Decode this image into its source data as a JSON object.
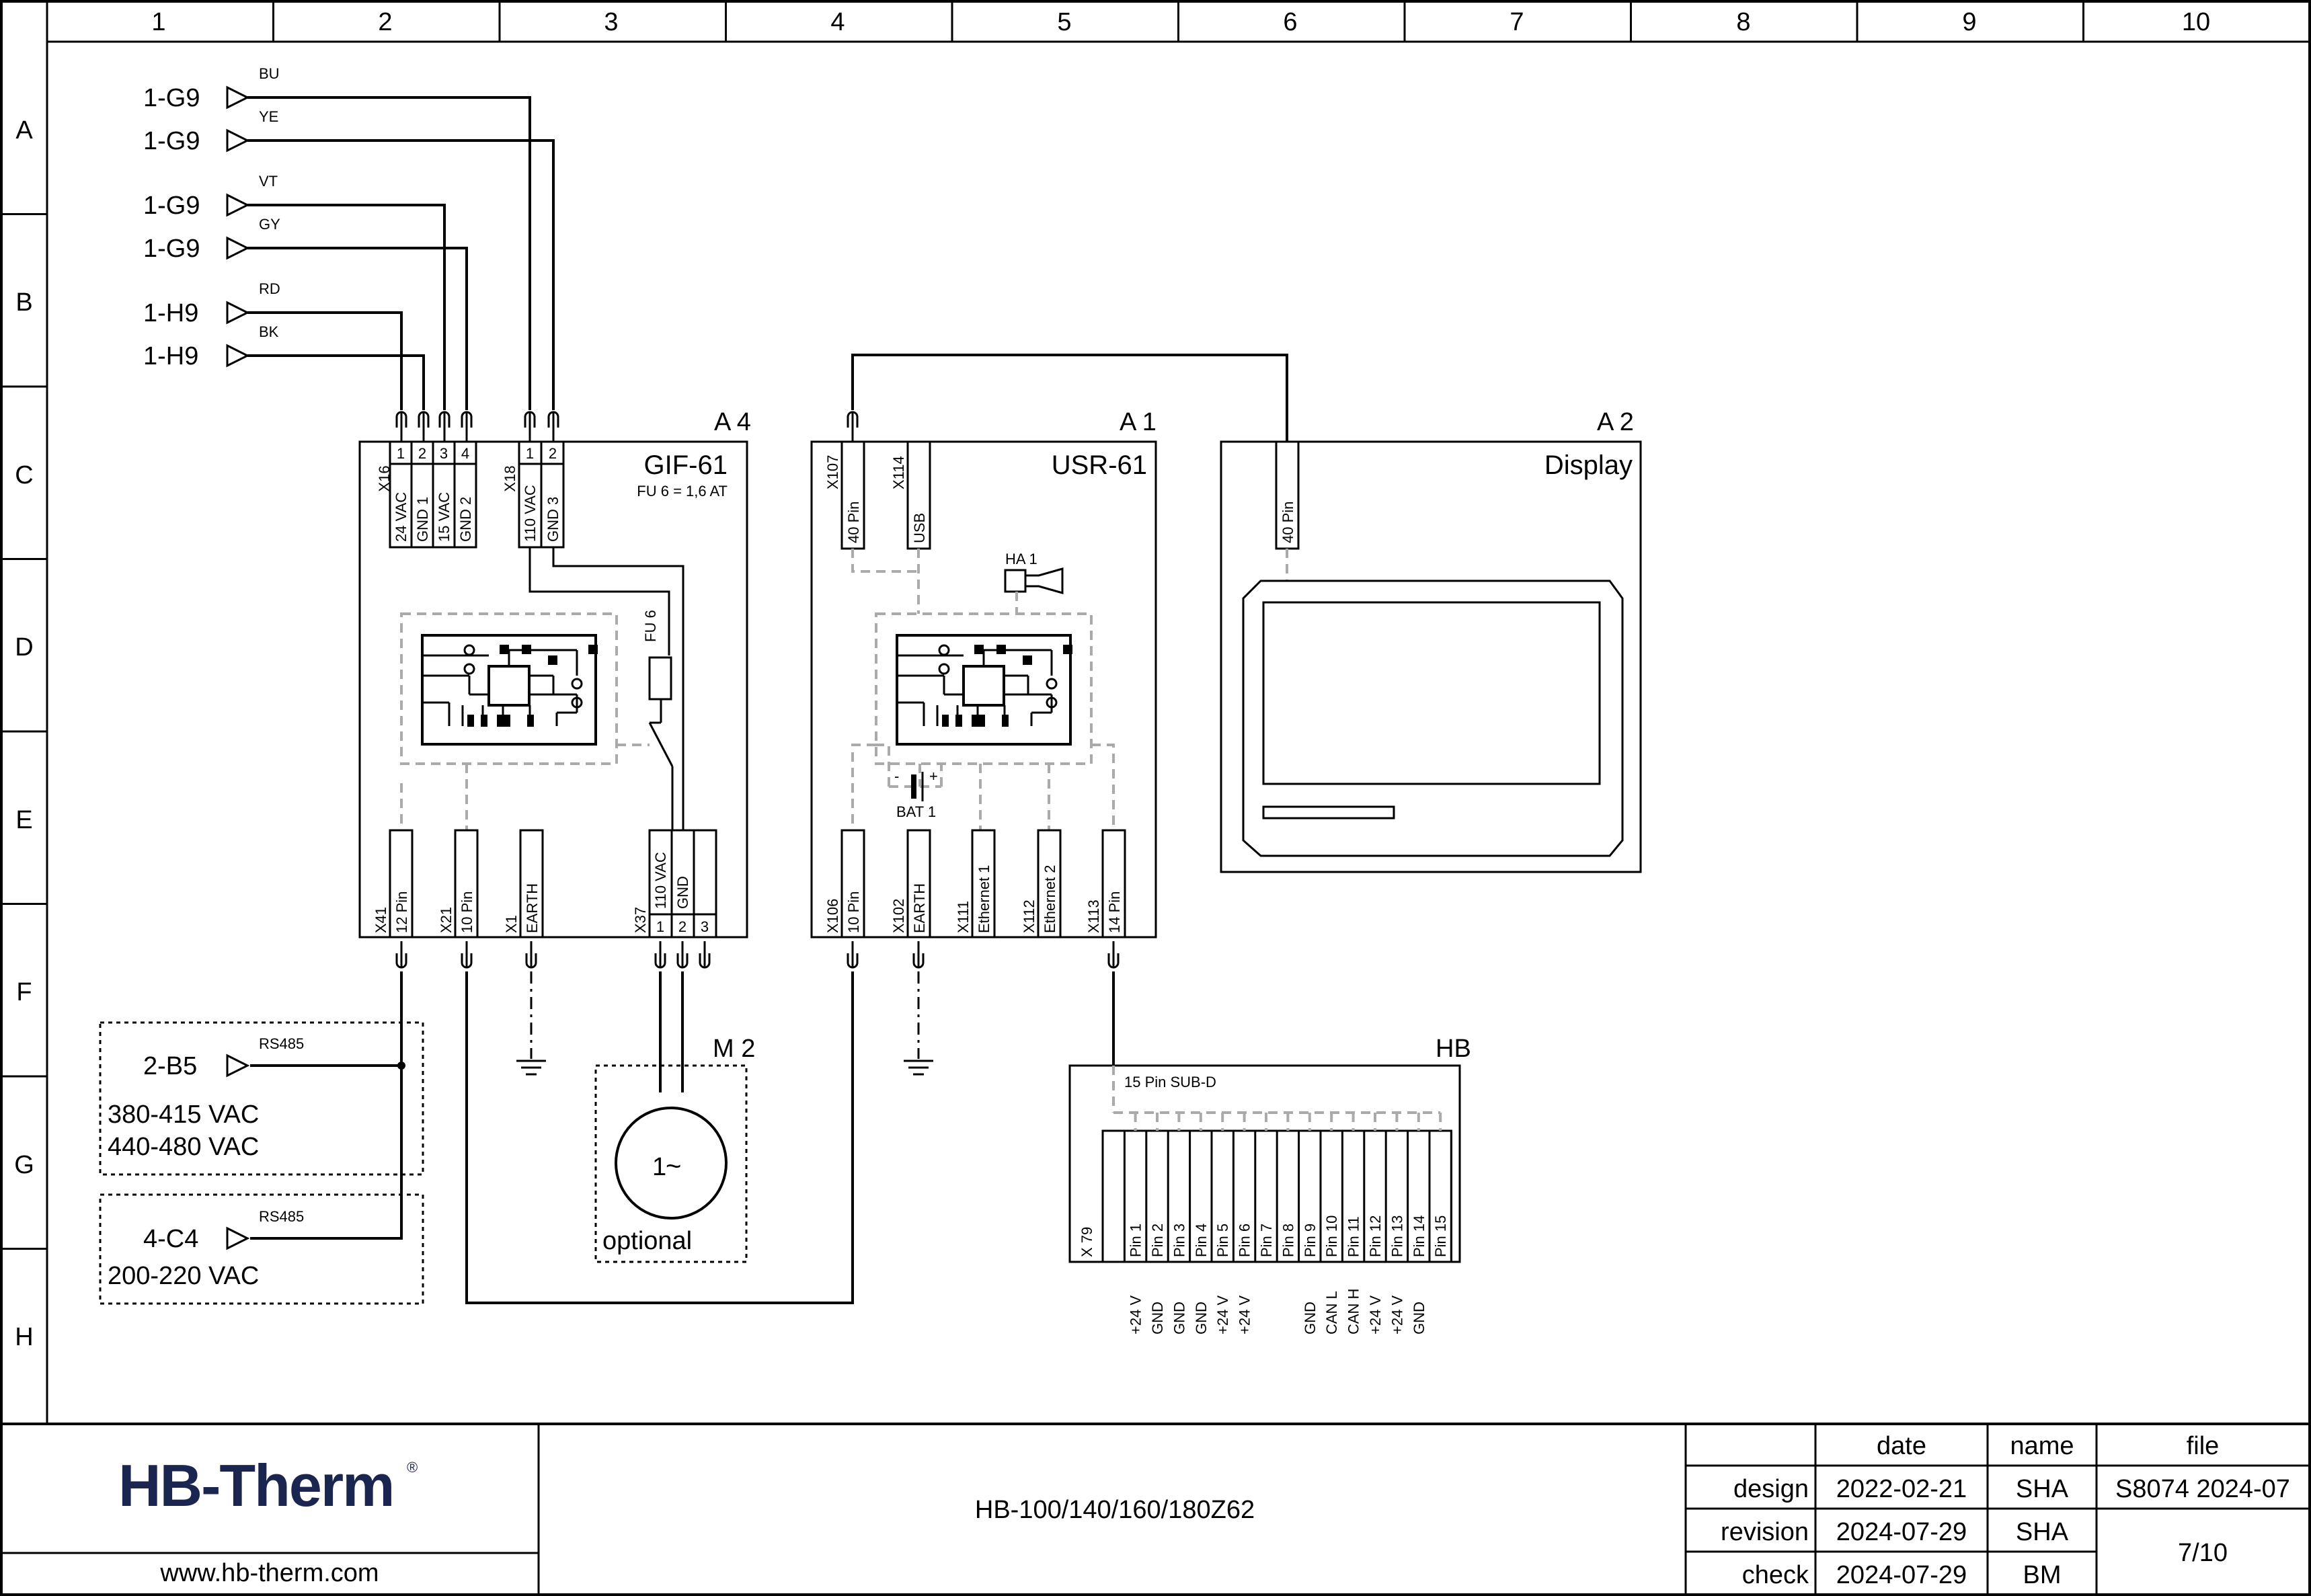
{
  "grid": {
    "columns": [
      "1",
      "2",
      "3",
      "4",
      "5",
      "6",
      "7",
      "8",
      "9",
      "10"
    ],
    "rows": [
      "A",
      "B",
      "C",
      "D",
      "E",
      "F",
      "G",
      "H"
    ]
  },
  "inputs": [
    {
      "ref": "1-G9",
      "wire": "BU"
    },
    {
      "ref": "1-G9",
      "wire": "YE"
    },
    {
      "ref": "1-G9",
      "wire": "VT"
    },
    {
      "ref": "1-G9",
      "wire": "GY"
    },
    {
      "ref": "1-H9",
      "wire": "RD"
    },
    {
      "ref": "1-H9",
      "wire": "BK"
    }
  ],
  "a4": {
    "tag": "A 4",
    "name": "GIF-61",
    "note": "FU 6 = 1,6 AT",
    "x16": {
      "id": "X16",
      "pins": [
        "1",
        "2",
        "3",
        "4"
      ],
      "labels": [
        "24 VAC",
        "GND 1",
        "15 VAC",
        "GND 2"
      ]
    },
    "x18": {
      "id": "X18",
      "pins": [
        "1",
        "2"
      ],
      "labels": [
        "110 VAC",
        "GND 3"
      ]
    },
    "fuse": "FU 6",
    "bottom": [
      {
        "id": "X41",
        "label": "12 Pin"
      },
      {
        "id": "X21",
        "label": "10 Pin"
      },
      {
        "id": "X1",
        "label": "EARTH"
      }
    ],
    "x37": {
      "id": "X37",
      "pins": [
        "1",
        "2",
        "3"
      ],
      "labels": [
        "110 VAC",
        "GND",
        ""
      ]
    }
  },
  "a1": {
    "tag": "A 1",
    "name": "USR-61",
    "top": [
      {
        "id": "X107",
        "label": "40 Pin"
      },
      {
        "id": "X114",
        "label": "USB"
      }
    ],
    "buzzer": "HA 1",
    "battery": "BAT 1",
    "bat_minus": "-",
    "bat_plus": "+",
    "bottom": [
      {
        "id": "X106",
        "label": "10 Pin"
      },
      {
        "id": "X102",
        "label": "EARTH"
      },
      {
        "id": "X111",
        "label": "Ethernet 1"
      },
      {
        "id": "X112",
        "label": "Ethernet 2"
      },
      {
        "id": "X113",
        "label": "14 Pin"
      }
    ]
  },
  "a2": {
    "tag": "A 2",
    "name": "Display",
    "pin": "40 Pin"
  },
  "m2": {
    "tag": "M 2",
    "motor": "1",
    "motor_symbol": "~",
    "note": "optional"
  },
  "hb": {
    "tag": "HB",
    "connector": "15 Pin SUB-D",
    "x79": "X 79",
    "pins": [
      "Pin 1",
      "Pin 2",
      "Pin 3",
      "Pin 4",
      "Pin 5",
      "Pin 6",
      "Pin 7",
      "Pin 8",
      "Pin 9",
      "Pin 10",
      "Pin 11",
      "Pin 12",
      "Pin 13",
      "Pin 14",
      "Pin 15"
    ],
    "signals": [
      "+24 V",
      "GND",
      "GND",
      "GND",
      "+24 V",
      "+24 V",
      "",
      "",
      "GND",
      "CAN L",
      "CAN H",
      "+24 V",
      "+24 V",
      "GND",
      ""
    ]
  },
  "rs485_1": {
    "ref": "2-B5",
    "wire": "RS485",
    "v1": "380-415 VAC",
    "v2": "440-480 VAC"
  },
  "rs485_2": {
    "ref": "4-C4",
    "wire": "RS485",
    "v1": "200-220 VAC"
  },
  "titleblock": {
    "logo": "HB-Therm",
    "logo_reg": "®",
    "website": "www.hb-therm.com",
    "model": "HB-100/140/160/180Z62",
    "headers": {
      "date": "date",
      "name": "name",
      "file": "file"
    },
    "rows": [
      {
        "label": "design",
        "date": "2022-02-21",
        "name": "SHA"
      },
      {
        "label": "revision",
        "date": "2024-07-29",
        "name": "SHA"
      },
      {
        "label": "check",
        "date": "2024-07-29",
        "name": "BM"
      }
    ],
    "file": "S8074 2024-07",
    "page": "7/10"
  }
}
